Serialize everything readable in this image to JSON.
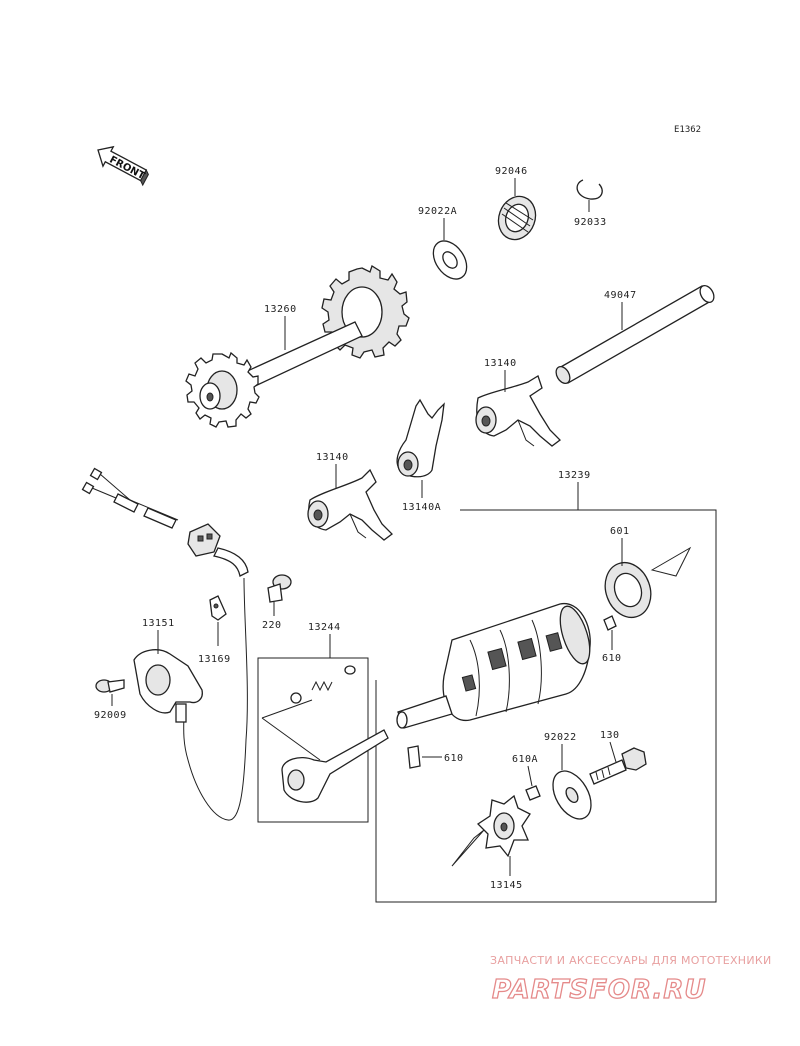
{
  "diagram_code": "E1362",
  "front_label": "FRONT",
  "parts": [
    {
      "id": "92046"
    },
    {
      "id": "92033"
    },
    {
      "id": "92022A"
    },
    {
      "id": "13260"
    },
    {
      "id": "49047"
    },
    {
      "id": "13140"
    },
    {
      "id": "13140"
    },
    {
      "id": "13140A"
    },
    {
      "id": "13239"
    },
    {
      "id": "601"
    },
    {
      "id": "610"
    },
    {
      "id": "610"
    },
    {
      "id": "610A"
    },
    {
      "id": "92022"
    },
    {
      "id": "130"
    },
    {
      "id": "13145"
    },
    {
      "id": "13244"
    },
    {
      "id": "220"
    },
    {
      "id": "13169"
    },
    {
      "id": "13151"
    },
    {
      "id": "92009"
    }
  ],
  "watermark": {
    "tagline": "ЗАПЧАСТИ И АКСЕССУАРЫ ДЛЯ МОТОТЕХНИКИ",
    "brand": "PARTSFOR.RU"
  }
}
